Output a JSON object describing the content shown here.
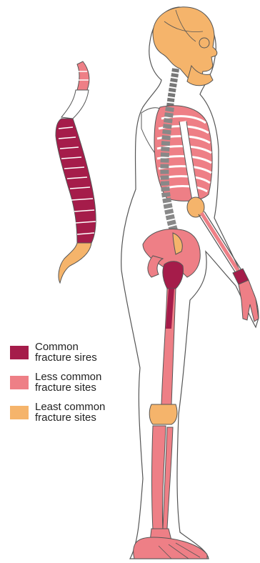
{
  "colors": {
    "common": "#a51c4a",
    "less_common": "#ee7f86",
    "least_common": "#f5b46b",
    "outline": "#555555",
    "bone_white": "#ffffff"
  },
  "legend": [
    {
      "line1": "Common",
      "line2": "fracture sires",
      "color": "#a51c4a"
    },
    {
      "line1": "Less common",
      "line2": "fracture sites",
      "color": "#ee7f86"
    },
    {
      "line1": "Least common",
      "line2": "fracture sites",
      "color": "#f5b46b"
    }
  ]
}
